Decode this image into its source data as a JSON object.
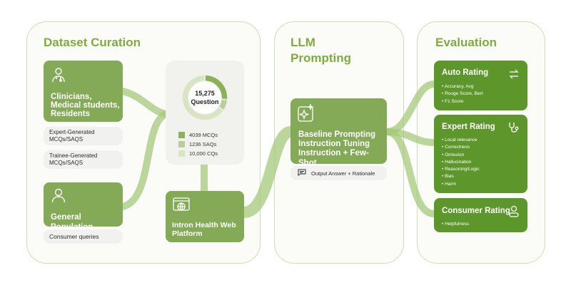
{
  "panels": {
    "dataset_title": "Dataset Curation",
    "prompting_title_line1": "LLM",
    "prompting_title_line2": "Prompting",
    "evaluation_title": "Evaluation"
  },
  "dataset": {
    "clinicians": {
      "line1": "Clinicians,",
      "line2": "Medical students,",
      "line3": "Residents",
      "icon": "doctor-icon"
    },
    "expert_pill": {
      "line1": "Expert-Generated",
      "line2": "MCQs/SAQS"
    },
    "trainee_pill": {
      "line1": "Trainee-Generated",
      "line2": "MCQs/SAQS"
    },
    "general_population": {
      "label": "General Population",
      "icon": "person-icon"
    },
    "consumer_pill": "Consumer queries",
    "question_card": {
      "total": "15,275",
      "total_label": "Question",
      "breakdown": [
        {
          "label": "4039 MCQs",
          "count": 4039,
          "color": "#8db05b"
        },
        {
          "label": "1236 SAQs",
          "count": 1236,
          "color": "#b9cf95"
        },
        {
          "label": "10,000 CQs",
          "count": 10000,
          "color": "#d9e4c4"
        }
      ]
    },
    "platform": {
      "line1": "Intron Health Web",
      "line2": "Platform",
      "icon": "web-browser-icon"
    }
  },
  "prompting": {
    "box": {
      "line1": "Baseline Prompting",
      "line2": "Instruction Tuning",
      "line3": "Instruction + Few-Shot",
      "icon": "sparkle-icon"
    },
    "output": "Output Answer + Rationale",
    "output_icon": "message-icon"
  },
  "evaluation": {
    "auto": {
      "title": "Auto Rating",
      "icon": "refresh-arrows-icon",
      "items": [
        "Accuracy. Avg",
        "Rouge Score, Bert",
        "F1 Score"
      ]
    },
    "expert": {
      "title": "Expert Rating",
      "icon": "stethoscope-icon",
      "items": [
        "Local relevance",
        "Correctness",
        "Omission",
        "Hallucination",
        "Reasoning/Logic",
        "Bias",
        "Harm"
      ]
    },
    "consumer": {
      "title": "Consumer Rating",
      "icon": "user-icon",
      "items": [
        "Helpfulness"
      ]
    }
  },
  "colors": {
    "accent": "#7fab3f",
    "box_light": "#84a957",
    "box_dark": "#5d962b",
    "flow": "#a6c97b"
  }
}
